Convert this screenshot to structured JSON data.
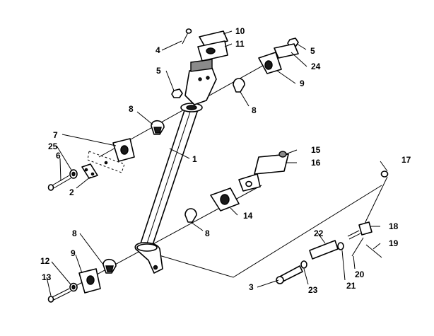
{
  "callouts": {
    "c1": "1",
    "c2": "2",
    "c3": "3",
    "c4": "4",
    "c5a": "5",
    "c5b": "5",
    "c6": "6",
    "c7": "7",
    "c8a": "8",
    "c8b": "8",
    "c8c": "8",
    "c8d": "8",
    "c9a": "9",
    "c9b": "9",
    "c10": "10",
    "c11": "11",
    "c12": "12",
    "c13": "13",
    "c14": "14",
    "c15": "15",
    "c16": "16",
    "c17": "17",
    "c18": "18",
    "c19": "19",
    "c20": "20",
    "c21": "21",
    "c22": "22",
    "c23": "23",
    "c24": "24",
    "c25": "25"
  }
}
